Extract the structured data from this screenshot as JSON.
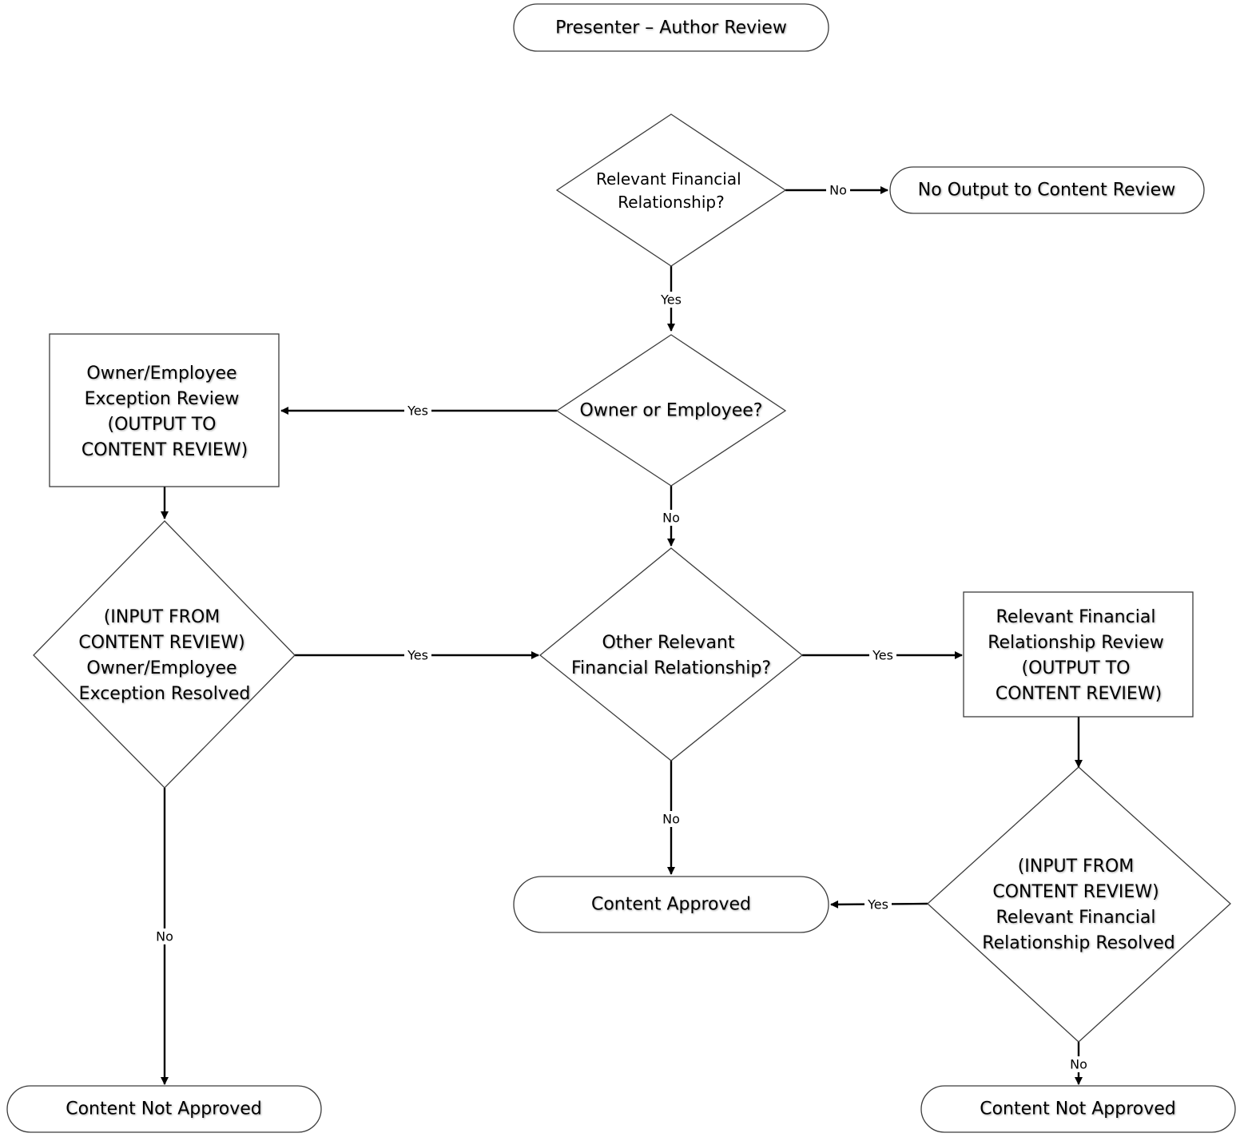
{
  "diagram": {
    "title": "Presenter – Author Review",
    "nodes": {
      "rfr": {
        "lines": [
          "Relevant Financial",
          "Relationship?"
        ]
      },
      "no_output": {
        "lines": [
          "No Output to Content Review"
        ]
      },
      "owner_emp": {
        "lines": [
          "Owner or Employee?"
        ]
      },
      "oe_review": {
        "lines": [
          "Owner/Employee",
          "Exception Review",
          "(OUTPUT TO",
          "CONTENT REVIEW)"
        ]
      },
      "oe_resolved": {
        "lines": [
          "(INPUT FROM",
          "CONTENT REVIEW)",
          "Owner/Employee",
          "Exception Resolved"
        ]
      },
      "other_rfr": {
        "lines": [
          "Other Relevant",
          "Financial Relationship?"
        ]
      },
      "rfr_review": {
        "lines": [
          "Relevant Financial",
          "Relationship Review",
          "(OUTPUT TO",
          "CONTENT REVIEW)"
        ]
      },
      "approved": {
        "lines": [
          "Content Approved"
        ]
      },
      "rfr_resolved": {
        "lines": [
          "(INPUT FROM",
          "CONTENT REVIEW)",
          "Relevant Financial",
          "Relationship Resolved"
        ]
      },
      "not_approved_left": {
        "lines": [
          "Content Not Approved"
        ]
      },
      "not_approved_right": {
        "lines": [
          "Content Not Approved"
        ]
      }
    },
    "edges": [
      {
        "id": "rfr-no",
        "from": "rfr",
        "to": "no_output",
        "label": "No"
      },
      {
        "id": "rfr-yes",
        "from": "rfr",
        "to": "owner_emp",
        "label": "Yes"
      },
      {
        "id": "oe-yes",
        "from": "owner_emp",
        "to": "oe_review",
        "label": "Yes"
      },
      {
        "id": "oe-no",
        "from": "owner_emp",
        "to": "other_rfr",
        "label": "No"
      },
      {
        "id": "oer-next",
        "from": "oe_review",
        "to": "oe_resolved",
        "label": ""
      },
      {
        "id": "oeres-yes",
        "from": "oe_resolved",
        "to": "other_rfr",
        "label": "Yes"
      },
      {
        "id": "oeres-no",
        "from": "oe_resolved",
        "to": "not_approved_left",
        "label": "No"
      },
      {
        "id": "orfr-yes",
        "from": "other_rfr",
        "to": "rfr_review",
        "label": "Yes"
      },
      {
        "id": "orfr-no",
        "from": "other_rfr",
        "to": "approved",
        "label": "No"
      },
      {
        "id": "rfrr-next",
        "from": "rfr_review",
        "to": "rfr_resolved",
        "label": ""
      },
      {
        "id": "rfrres-yes",
        "from": "rfr_resolved",
        "to": "approved",
        "label": "Yes"
      },
      {
        "id": "rfrres-no",
        "from": "rfr_resolved",
        "to": "not_approved_right",
        "label": "No"
      }
    ]
  }
}
